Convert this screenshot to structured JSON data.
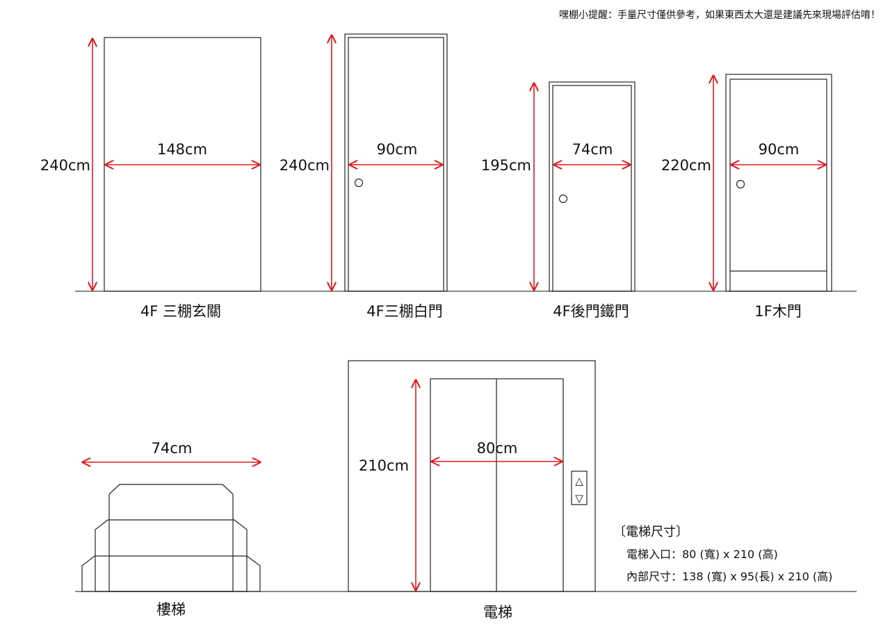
{
  "reminder": "嘿棚小提醒：手量尺寸僅供參考，如果東西太大還是建議先來現場評估唷！",
  "doors": [
    {
      "caption": "4F 三棚玄關",
      "height": "240cm",
      "width": "148cm"
    },
    {
      "caption": "4F三棚白門",
      "height": "240cm",
      "width": "90cm"
    },
    {
      "caption": "4F後門鐵門",
      "height": "195cm",
      "width": "74cm"
    },
    {
      "caption": "1F木門",
      "height": "220cm",
      "width": "90cm"
    }
  ],
  "stairs": {
    "caption": "樓梯",
    "width": "74cm"
  },
  "elevator": {
    "caption": "電梯",
    "height": "210cm",
    "width": "80cm",
    "up_glyph": "△",
    "down_glyph": "▽"
  },
  "elevator_spec": {
    "title": "〔電梯尺寸〕",
    "entrance": "電梯入口：80 (寬) x 210 (高)",
    "interior": "內部尺寸：138 (寬) x 95(長) x 210 (高)"
  },
  "colors": {
    "arrow": "#e0191f",
    "line": "#222222"
  }
}
